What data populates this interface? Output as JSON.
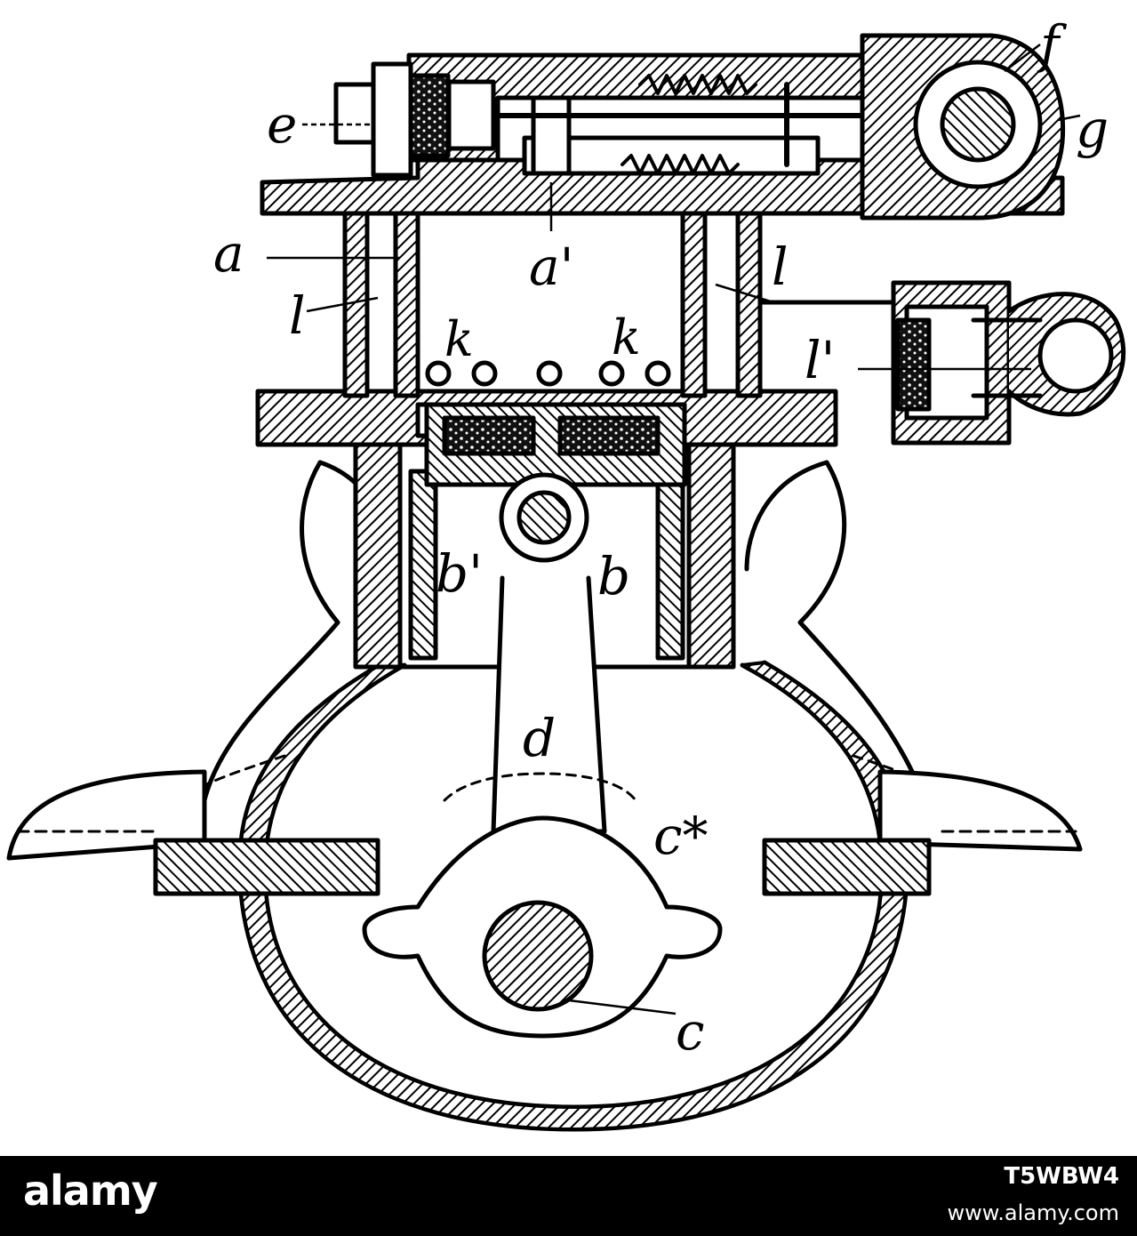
{
  "diagram": {
    "labels": {
      "e": "e",
      "f": "f",
      "g": "g",
      "a": "a",
      "a1": "a'",
      "l_left": "l",
      "l_right": "l",
      "l1": "l'",
      "k_left": "k",
      "k_right": "k",
      "b1": "b'",
      "b": "b",
      "d": "d",
      "c_star": "c*",
      "c": "c"
    }
  },
  "watermark": {
    "brand": "alamy",
    "image_id": "T5WBW4",
    "url": "www.alamy.com"
  },
  "colors": {
    "ink": "#000000",
    "paper": "#ffffff",
    "bar": "#000000"
  }
}
